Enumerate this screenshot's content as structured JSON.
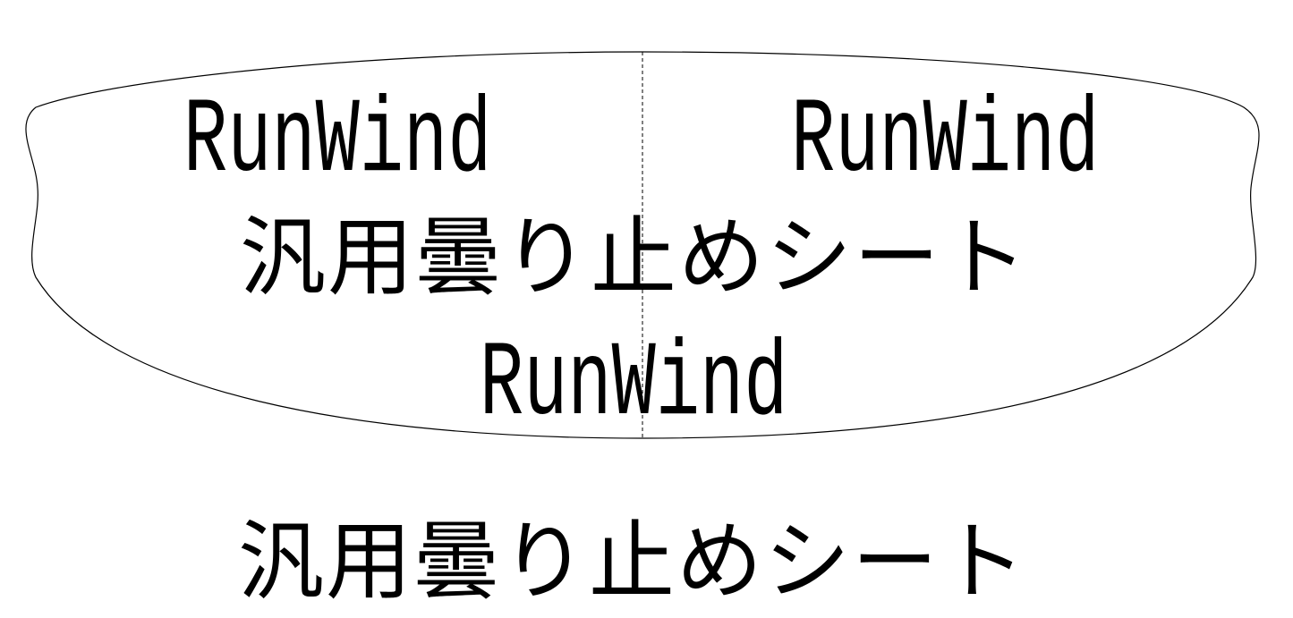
{
  "sheet": {
    "brand_top_left": "RunWind",
    "brand_top_right": "RunWind",
    "product_name": "汎用曇り止めシート",
    "brand_bottom": "RunWind"
  },
  "caption": {
    "product_name": "汎用曇り止めシート"
  }
}
